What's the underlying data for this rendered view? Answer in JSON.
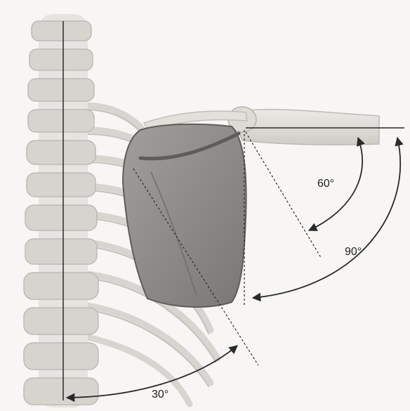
{
  "figure": {
    "angles": [
      {
        "id": "angle-60",
        "label": "60°"
      },
      {
        "id": "angle-90",
        "label": "90°"
      },
      {
        "id": "angle-30",
        "label": "30°"
      }
    ]
  },
  "colors": {
    "background": "#f7f6f4",
    "bone": "#e4e2de",
    "bone_shadow": "#c9c6c1",
    "scapula": "#8f8c89",
    "scapula_dark": "#6f6c69",
    "lines": "#2a2a2a"
  }
}
